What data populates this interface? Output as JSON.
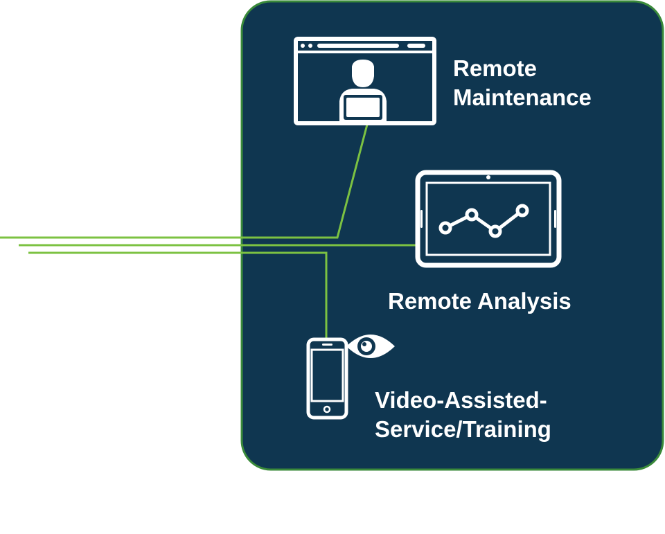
{
  "colors": {
    "panel_fill": "#0f3650",
    "panel_border": "#3a8a3a",
    "connector_line": "#7cc242",
    "icon": "#ffffff",
    "background": "#ffffff"
  },
  "services": [
    {
      "icon": "browser-window-user-icon",
      "label_lines": [
        "Remote",
        "Maintenance"
      ]
    },
    {
      "icon": "tablet-line-chart-icon",
      "label_lines": [
        "Remote Analysis"
      ]
    },
    {
      "icon": "smartphone-eye-icon",
      "label_lines": [
        "Video-Assisted-",
        "Service/Training"
      ]
    }
  ]
}
